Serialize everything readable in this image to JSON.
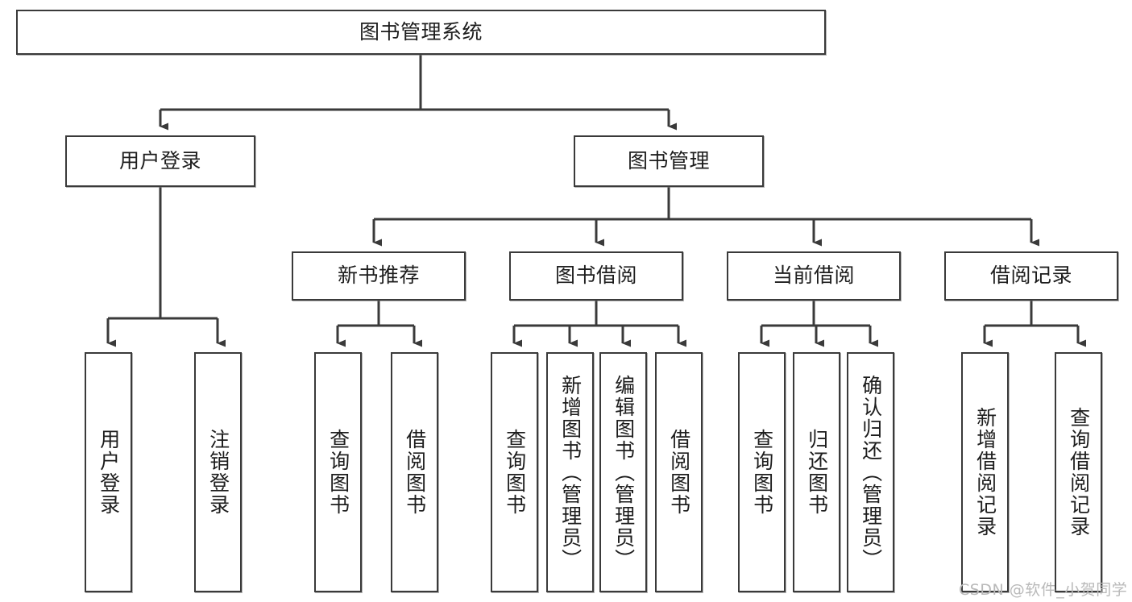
{
  "diagram": {
    "type": "hierarchy-tree",
    "title": "图书管理系统",
    "watermark": "CSDN @软件_小贺同学",
    "colors": {
      "box_border": "#3a3a3a",
      "box_fill": "#ffffff",
      "connector": "#3a3a3a",
      "text": "#1d1d1d",
      "watermark": "#b9b9b9"
    },
    "nodes": {
      "root": {
        "label": "图书管理系统",
        "level": 1,
        "orientation": "horizontal"
      },
      "l2": [
        {
          "id": "user-login",
          "label": "用户登录",
          "orientation": "horizontal"
        },
        {
          "id": "book-manage",
          "label": "图书管理",
          "orientation": "horizontal"
        }
      ],
      "l3": [
        {
          "id": "new-book-recommend",
          "label": "新书推荐",
          "orientation": "horizontal"
        },
        {
          "id": "book-borrow",
          "label": "图书借阅",
          "orientation": "horizontal"
        },
        {
          "id": "current-borrow",
          "label": "当前借阅",
          "orientation": "horizontal"
        },
        {
          "id": "borrow-record",
          "label": "借阅记录",
          "orientation": "horizontal"
        }
      ],
      "leaves": [
        {
          "id": "leaf-user-login",
          "label": "用户登录",
          "parent": "user-login",
          "orientation": "vertical"
        },
        {
          "id": "leaf-logout-login",
          "label": "注销登录",
          "parent": "user-login",
          "orientation": "vertical"
        },
        {
          "id": "leaf-query-book-1",
          "label": "查询图书",
          "parent": "new-book-recommend",
          "orientation": "vertical"
        },
        {
          "id": "leaf-borrow-book-1",
          "label": "借阅图书",
          "parent": "new-book-recommend",
          "orientation": "vertical"
        },
        {
          "id": "leaf-query-book-2",
          "label": "查询图书",
          "parent": "book-borrow",
          "orientation": "vertical"
        },
        {
          "id": "leaf-add-book",
          "label": "新增图书（管理员）",
          "parent": "book-borrow",
          "orientation": "vertical"
        },
        {
          "id": "leaf-edit-book",
          "label": "编辑图书（管理员）",
          "parent": "book-borrow",
          "orientation": "vertical"
        },
        {
          "id": "leaf-borrow-book-2",
          "label": "借阅图书",
          "parent": "book-borrow",
          "orientation": "vertical"
        },
        {
          "id": "leaf-query-book-3",
          "label": "查询图书",
          "parent": "current-borrow",
          "orientation": "vertical"
        },
        {
          "id": "leaf-return-book",
          "label": "归还图书",
          "parent": "current-borrow",
          "orientation": "vertical"
        },
        {
          "id": "leaf-confirm-return",
          "label": "确认归还（管理员）",
          "parent": "current-borrow",
          "orientation": "vertical"
        },
        {
          "id": "leaf-add-record",
          "label": "新增借阅记录",
          "parent": "borrow-record",
          "orientation": "vertical"
        },
        {
          "id": "leaf-query-record",
          "label": "查询借阅记录",
          "parent": "borrow-record",
          "orientation": "vertical"
        }
      ]
    }
  }
}
